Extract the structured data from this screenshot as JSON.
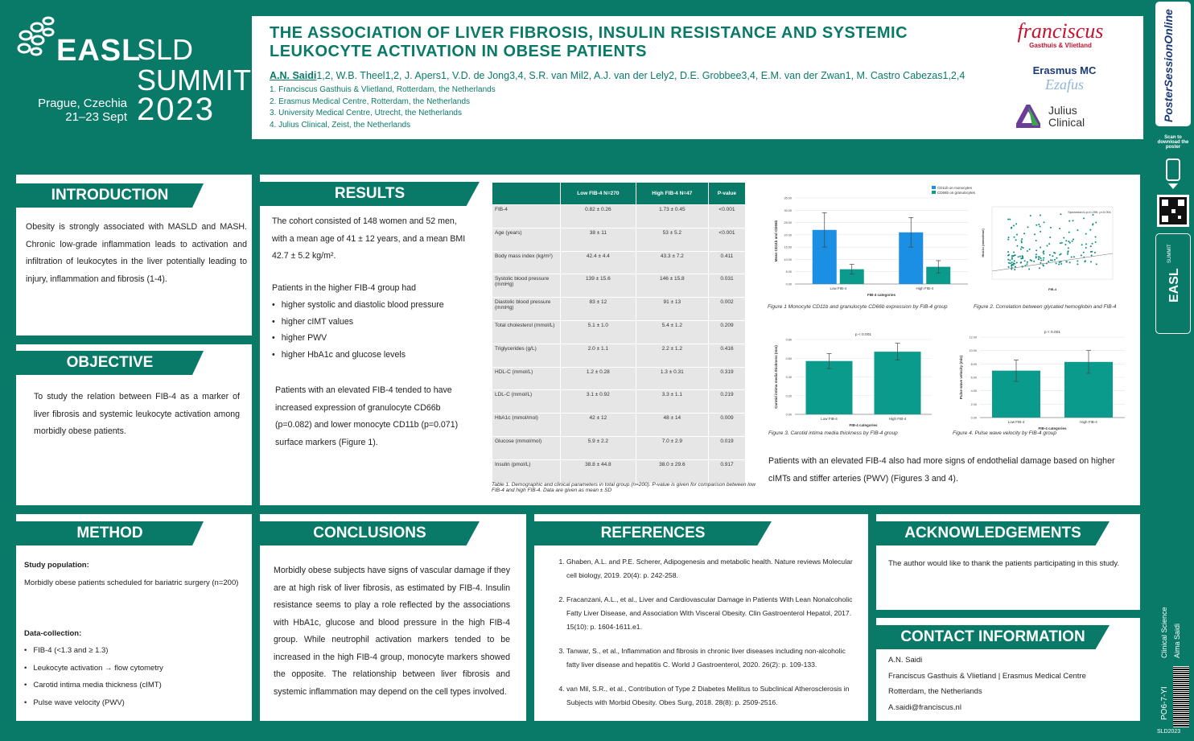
{
  "header": {
    "logo_word": "EASL",
    "logo_sld": "SLD",
    "logo_summit": "SUMMIT",
    "logo_year": "2023",
    "location": "Prague, Czechia",
    "dates": "21–23 Sept",
    "title_line1": "THE ASSOCIATION OF LIVER FIBROSIS, INSULIN RESISTANCE AND SYSTEMIC",
    "title_line2": "LEUKOCYTE ACTIVATION IN OBESE PATIENTS",
    "presenter": "A.N. Saidi",
    "authors_rest": "1,2, W.B. Theel1,2, J. Apers1, V.D. de Jong3,4, S.R. van Mil2, A.J. van der Lely2, D.E. Grobbee3,4, E.M. van der Zwan1,  M. Castro Cabezas1,2,4",
    "affiliations": [
      "1. Franciscus Gasthuis & Vlietland, Rotterdam, the Netherlands",
      "2. Erasmus Medical Centre, Rotterdam, the Netherlands",
      "3. University Medical Centre, Utrecht, the Netherlands",
      "4. Julius Clinical, Zeist, the Netherlands"
    ],
    "logo_franciscus": "franciscus",
    "logo_franciscus_sub": "Gasthuis & Vlietland",
    "logo_erasmus": "Erasmus MC",
    "logo_erasmus_script": "Ezafus",
    "logo_julius1": "Julius",
    "logo_julius2": "Clinical"
  },
  "sidebar": {
    "brand": "PosterSessionOnline",
    "scan": "Scan to download the poster",
    "summit": "SUMMIT",
    "easl": "EASL",
    "track": "Clinical Science",
    "author": "Aima Saidi",
    "code": "PO6-7-YI",
    "year": "SLD2023"
  },
  "intro": {
    "heading": "INTRODUCTION",
    "text": "Obesity is strongly associated with MASLD and MASH. Chronic low-grade inflammation leads to activation and infiltration of leukocytes in the liver potentially leading to injury, inflammation and fibrosis (1-4)."
  },
  "objective": {
    "heading": "OBJECTIVE",
    "text": "To study the relation between FIB-4 as a marker of liver fibrosis and systemic leukocyte activation among morbidly obese patients."
  },
  "results": {
    "heading": "RESULTS",
    "p1": "The cohort consisted of 148 women and 52 men, with a mean age of 41 ± 12 years, and a mean BMI 42.7 ± 5.2 kg/m².",
    "p2": "Patients in the higher FIB-4 group had",
    "bullets": [
      "higher systolic and diastolic blood pressure",
      "higher cIMT values",
      "higher PWV",
      "higher HbA1c and glucose levels"
    ],
    "p3": "Patients with an elevated FIB-4 tended to have increased expression of granulocyte CD66b (p=0.082) and lower monocyte CD11b (p=0.071) surface markers (Figure 1).",
    "p4": "Patients with an elevated FIB-4 also had more signs of endothelial damage based on higher cIMTs and stiffer arteries (PWV) (Figures 3 and 4)."
  },
  "table": {
    "headers": [
      "",
      "Low FIB-4 N=270",
      "High FIB-4 N=47",
      "P-value"
    ],
    "rows": [
      [
        "FIB-4",
        "0.82 ± 0.26",
        "1.73 ± 0.45",
        "<0.001"
      ],
      [
        "Age (years)",
        "38 ± 11",
        "53 ± 5.2",
        "<0.001"
      ],
      [
        "Body mass index (kg/m²)",
        "42.4 ± 4.4",
        "43.3 ± 7.2",
        "0.411"
      ],
      [
        "Systolic blood pressure (mmHg)",
        "139 ± 15.6",
        "146 ± 15.8",
        "0.031"
      ],
      [
        "Diastolic blood pressure (mmHg)",
        "83 ± 12",
        "91 ± 13",
        "0.002"
      ],
      [
        "Total cholesterol (mmol/L)",
        "5.1 ± 1.0",
        "5.4 ± 1.2",
        "0.209"
      ],
      [
        "Triglycerides (g/L)",
        "2.0 ± 1.1",
        "2.2 ± 1.2",
        "0.416"
      ],
      [
        "HDL-C (mmol/L)",
        "1.2 ± 0.28",
        "1.3 ± 0.31",
        "0.319"
      ],
      [
        "LDL-C (mmol/L)",
        "3.1 ± 0.92",
        "3.3 ± 1.1",
        "0.219"
      ],
      [
        "HbA1c (mmol/mol)",
        "42 ± 12",
        "48 ± 14",
        "0.009"
      ],
      [
        "Glucose (mmol/mol)",
        "5.9 ± 2.2",
        "7.0 ± 2.9",
        "0.019"
      ],
      [
        "Insulin (pmol/L)",
        "38.8 ± 44.8",
        "38.0 ± 29.6",
        "0.917"
      ]
    ],
    "caption": "Table 1. Demographic and clinical parameters in total group (n=200). P-value is given for comparison between low FIB-4 and high FIB-4. Data are given as mean ± SD"
  },
  "figures": {
    "fig1_caption": "Figure 1 Monocyte CD11b and granulocyte CD66b expression by FIB-4  group",
    "fig2_caption": "Figure 2. Correlation between glycated hemoglobin and FIB-4",
    "fig3_caption": "Figure 3.  Carotid intima media thickness by FIB-4 group",
    "fig4_caption": "Figure 4. Pulse wave velocity by FIB-4 group"
  },
  "chart_data": [
    {
      "type": "bar",
      "categories": [
        "Low FIB-4",
        "High FIB-4"
      ],
      "series": [
        {
          "name": "CD11b on monocytes",
          "values": [
            22,
            21
          ]
        },
        {
          "name": "CD66b on granulocytes",
          "values": [
            6,
            7
          ]
        }
      ],
      "errors": [
        [
          7,
          6
        ],
        [
          2,
          2.5
        ]
      ],
      "xlabel": "FIB-4 categories",
      "ylabel": "Mean CD11b and CD66b",
      "ylim": [
        0,
        35
      ],
      "ticks": [
        "0.00",
        "5.00",
        "10.00",
        "15.00",
        "20.00",
        "25.00",
        "30.00",
        "35.00"
      ],
      "colors": [
        "#1a8fe3",
        "#0b9b8c"
      ]
    },
    {
      "type": "scatter",
      "annotation": "Spearman's ρ=0.259, p<0.001",
      "xlabel": "FIB-4",
      "ylabel": "HbA1c (mmol/mol)"
    },
    {
      "type": "bar",
      "categories": [
        "Low FIB-4",
        "High FIB-4"
      ],
      "values": [
        0.57,
        0.67
      ],
      "errors": [
        0.08,
        0.09
      ],
      "annotation": "p < 0.001",
      "xlabel": "FIB-4 categories",
      "ylabel": "Carotid intima media thickness (mm)",
      "ylim": [
        0,
        0.8
      ],
      "ticks": [
        "0.00",
        "0.20",
        "0.40",
        "0.60",
        "0.80"
      ],
      "color": "#0b9b8c"
    },
    {
      "type": "bar",
      "categories": [
        "Low FIB-4",
        "High FIB-4"
      ],
      "values": [
        7.0,
        8.3
      ],
      "errors": [
        1.6,
        1.7
      ],
      "annotation": "p < 0.001",
      "xlabel": "FIB-4 categories",
      "ylabel": "Pulse wave velocity (m/s)",
      "ylim": [
        0,
        12
      ],
      "ticks": [
        "0.00",
        "2.00",
        "4.00",
        "6.00",
        "8.00",
        "10.00",
        "12.00"
      ],
      "color": "#0b9b8c"
    }
  ],
  "method": {
    "heading": "METHOD",
    "sub1": "Study population:",
    "t1": "Morbidly obese patients scheduled for bariatric surgery (n=200)",
    "sub2": "Data-collection:",
    "items": [
      "FIB-4  (<1.3 and ≥ 1.3)",
      "Leukocyte activation → flow cytometry",
      "Carotid intima media thickness (cIMT)",
      "Pulse wave velocity (PWV)"
    ]
  },
  "conclusions": {
    "heading": "CONCLUSIONS",
    "text": "Morbidly obese subjects have signs of vascular damage if they are at high risk of liver fibrosis, as estimated by FIB-4. Insulin resistance seems to play a role reflected by the associations with HbA1c, glucose and blood pressure in the high FIB-4 group. While neutrophil activation markers tended to be increased in the high FIB-4 group, monocyte markers showed the opposite. The relationship between liver fibrosis and systemic inflammation may depend on the cell types involved."
  },
  "references": {
    "heading": "REFERENCES",
    "items": [
      "Ghaben, A.L. and P.E. Scherer, Adipogenesis and metabolic health. Nature reviews Molecular cell biology, 2019. 20(4): p. 242-258.",
      "Fracanzani, A.L., et al., Liver and Cardiovascular Damage in Patients With Lean Nonalcoholic Fatty Liver Disease, and Association With Visceral Obesity. Clin Gastroenterol Hepatol, 2017. 15(10): p. 1604-1611.e1.",
      "Tanwar, S., et al., Inflammation and fibrosis in chronic liver diseases including non-alcoholic fatty liver disease and hepatitis C. World J Gastroenterol, 2020. 26(2): p. 109-133.",
      "van Mil, S.R., et al., Contribution of Type 2 Diabetes Mellitus to Subclinical Atherosclerosis in Subjects with Morbid Obesity. Obes Surg, 2018. 28(8): p. 2509-2516."
    ]
  },
  "ack": {
    "heading": "ACKNOWLEDGEMENTS",
    "text": "The author would like to thank the patients participating in this study."
  },
  "contact": {
    "heading": "CONTACT INFORMATION",
    "name": "A.N. Saidi",
    "org": "Franciscus Gasthuis & Vlietland | Erasmus Medical Centre",
    "city": "Rotterdam, the Netherlands",
    "email": "A.saidi@franciscus.nl"
  }
}
